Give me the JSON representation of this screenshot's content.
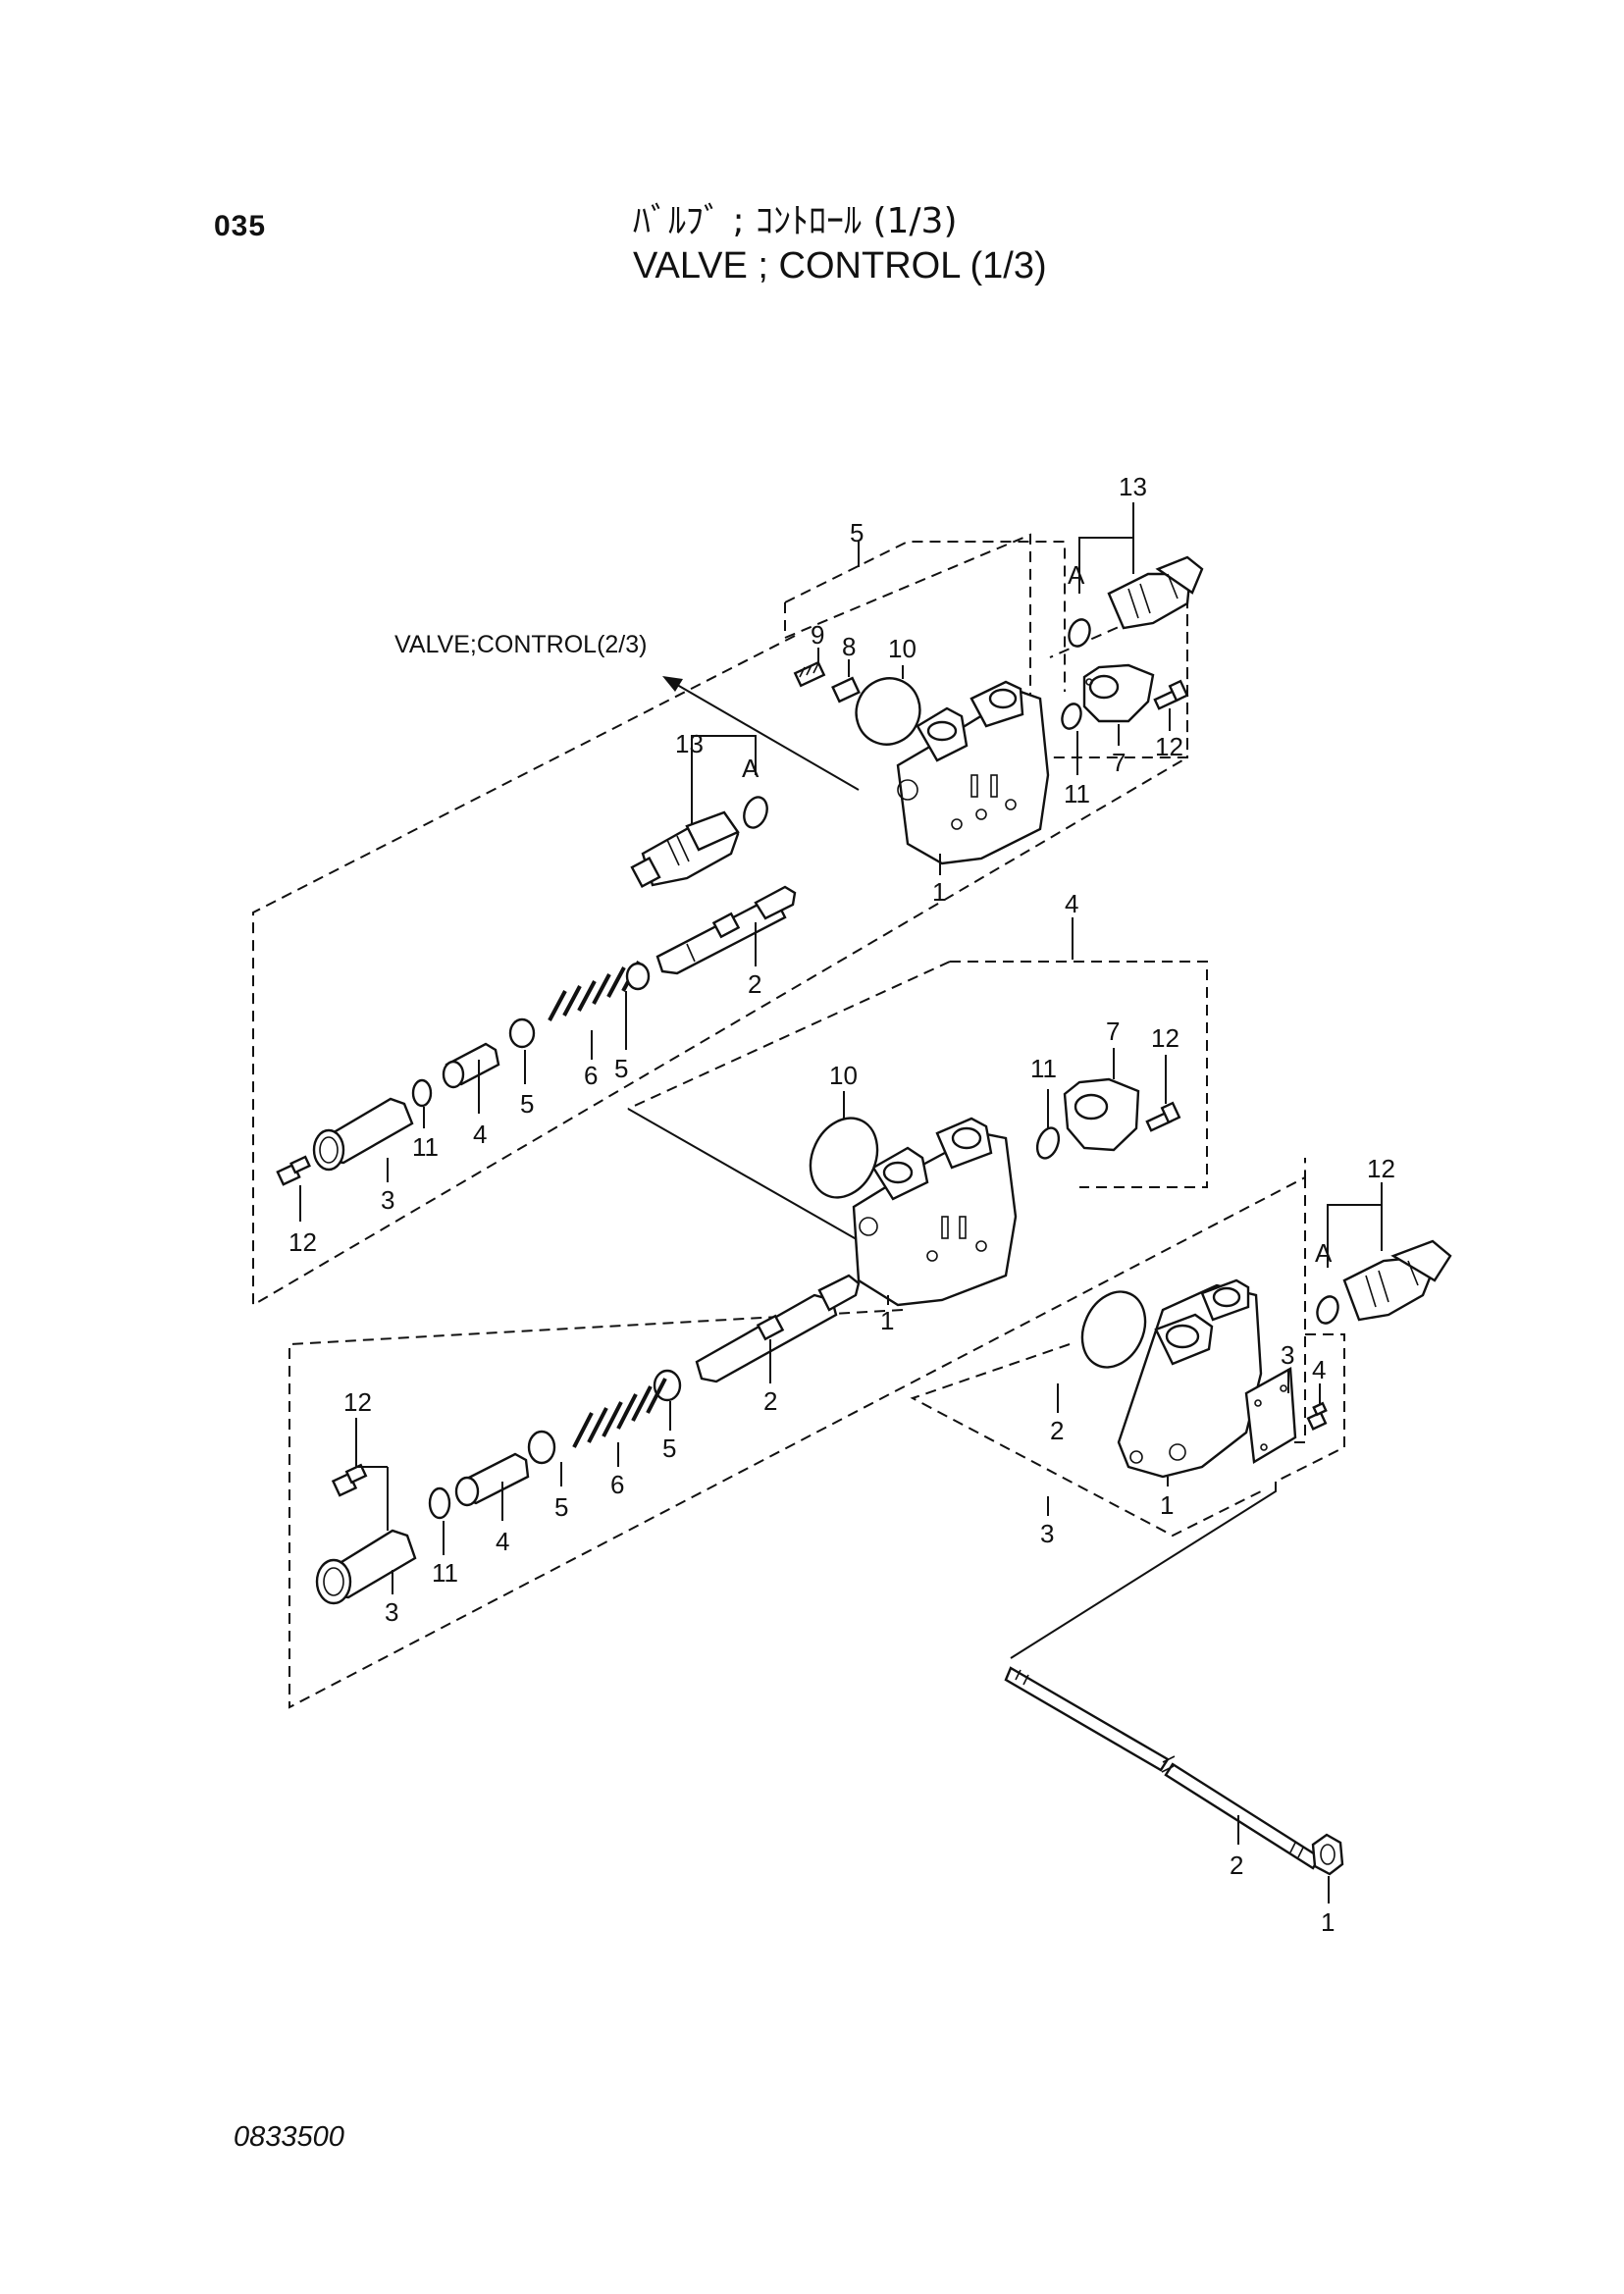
{
  "page": {
    "number": "035",
    "title_jp": "ﾊﾞﾙﾌﾞ ; ｺﾝﾄﾛｰﾙ (1/3)",
    "title_en": "VALVE ; CONTROL (1/3)",
    "drawing_code": "0833500"
  },
  "diagram": {
    "cross_reference": "VALVE;CONTROL(2/3)",
    "port_marker": "A",
    "callouts": {
      "c1": "1",
      "c2": "2",
      "c3": "3",
      "c4": "4",
      "c5": "5",
      "c6": "6",
      "c7": "7",
      "c8": "8",
      "c9": "9",
      "c10": "10",
      "c11": "11",
      "c12": "12",
      "c13": "13"
    }
  }
}
